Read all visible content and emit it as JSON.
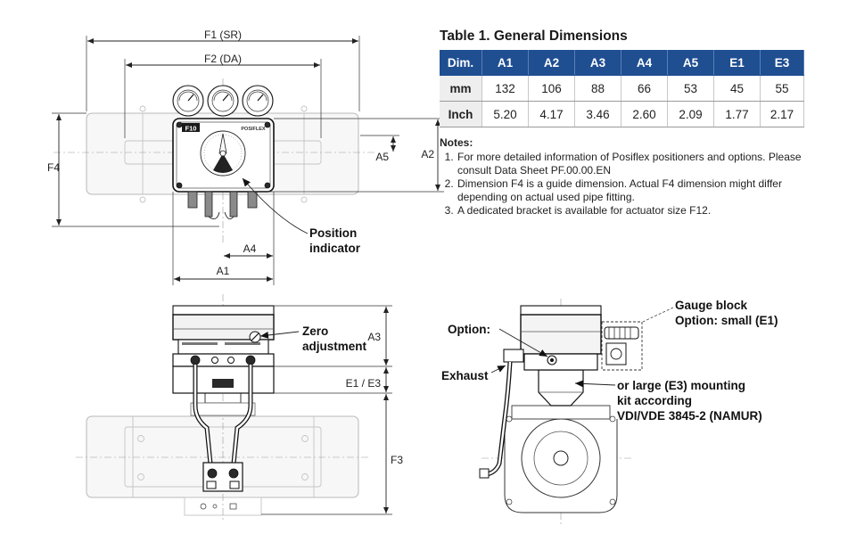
{
  "table": {
    "title": "Table 1.   General Dimensions",
    "columns": [
      "Dim.",
      "A1",
      "A2",
      "A3",
      "A4",
      "A5",
      "E1",
      "E3"
    ],
    "rows": [
      {
        "label": "mm",
        "values": [
          "132",
          "106",
          "88",
          "66",
          "53",
          "45",
          "55"
        ]
      },
      {
        "label": "Inch",
        "values": [
          "5.20",
          "4.17",
          "3.46",
          "2.60",
          "2.09",
          "1.77",
          "2.17"
        ]
      }
    ]
  },
  "notes": {
    "heading": "Notes:",
    "items": [
      "For more detailed information of Posiflex positioners and options. Please consult Data Sheet PF.00.00.EN",
      "Dimension F4 is a guide dimension. Actual F4 dimension might differ depending on actual used pipe fitting.",
      "A dedicated bracket is available for actuator size F12."
    ]
  },
  "top_view": {
    "dim_f1": "F1 (SR)",
    "dim_f2": "F2 (DA)",
    "dim_f4": "F4",
    "dim_a5": "A5",
    "dim_a2": "A2",
    "dim_a4": "A4",
    "dim_a1": "A1",
    "label_f10": "F10",
    "brand_mark": "POSIFLEX",
    "callout_position_1": "Position",
    "callout_position_2": "indicator"
  },
  "front_view": {
    "dim_a3": "A3",
    "dim_e1e3": "E1 / E3",
    "dim_f3": "F3",
    "callout_zero_1": "Zero",
    "callout_zero_2": "adjustment"
  },
  "side_view": {
    "callout_option": "Option:",
    "callout_exhaust": "Exhaust",
    "callout_gauge_1": "Gauge block",
    "callout_gauge_2": "Option: small (E1)",
    "callout_kit_1": "or large (E3) mounting",
    "callout_kit_2": "kit according",
    "callout_kit_3": "VDI/VDE 3845-2 (NAMUR)"
  },
  "colors": {
    "table_header": "#1f4e91",
    "row_label_bg": "#eeeeee"
  }
}
